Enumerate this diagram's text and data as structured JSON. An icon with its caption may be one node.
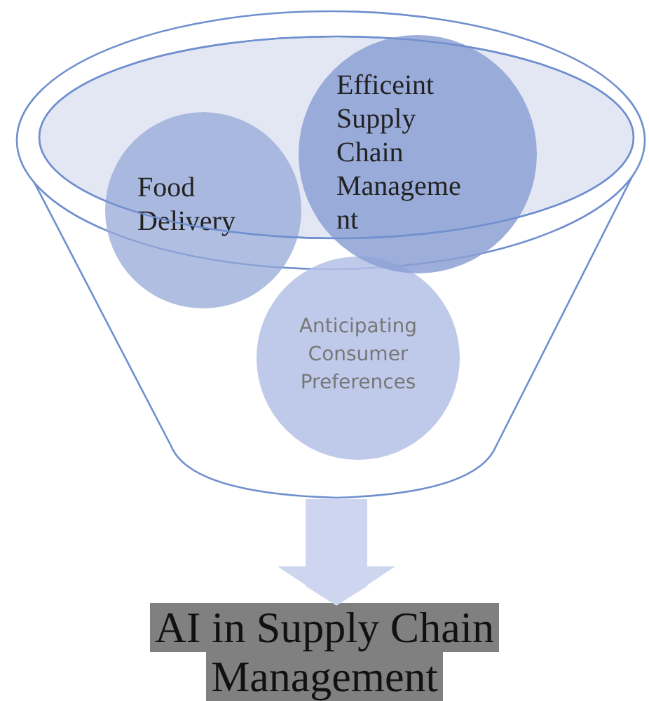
{
  "diagram": {
    "nodes": [
      {
        "text": [],
        "shape": "funnel"
      },
      {
        "text": [
          "Food Delivery"
        ]
      },
      {
        "text": [
          "Efficeint Supply Chain Management"
        ]
      },
      {
        "text": [
          "Anticipating Consumer Preferences"
        ],
        "in": 0
      },
      {
        "text": [
          "AI in Supply Chain Management"
        ]
      }
    ],
    "edges": [
      {
        "from": 0,
        "to": 4,
        "arrow": "to"
      }
    ]
  }
}
